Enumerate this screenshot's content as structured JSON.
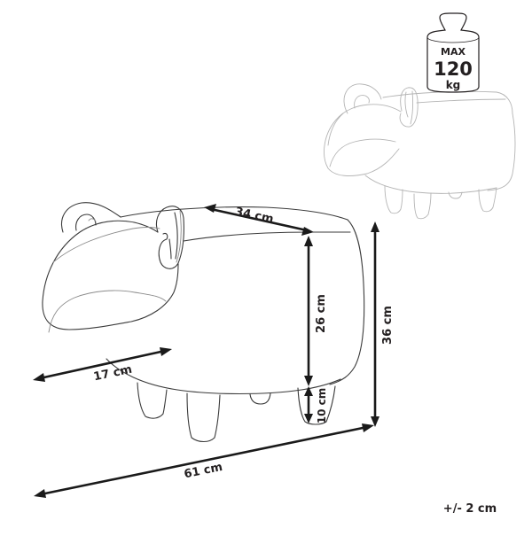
{
  "diagram": {
    "type": "product-dimension-drawing",
    "subject": "animal-shaped pouf / footstool (side-angled line drawing)",
    "weight_badge": {
      "line1": "MAX",
      "line2": "120",
      "line3": "kg",
      "icon": "weight-icon"
    },
    "dimensions": {
      "top_depth": "34 cm",
      "body_height": "26 cm",
      "total_height": "36 cm",
      "leg_height": "10 cm",
      "head_length": "17 cm",
      "total_length": "61 cm"
    },
    "tolerance": "+/- 2 cm",
    "colors": {
      "dimension_lines": "#1a1a1a",
      "outline": "#3a3a3a",
      "ghost_outline": "#b5b5b5",
      "text": "#231f20",
      "background": "#ffffff"
    }
  }
}
